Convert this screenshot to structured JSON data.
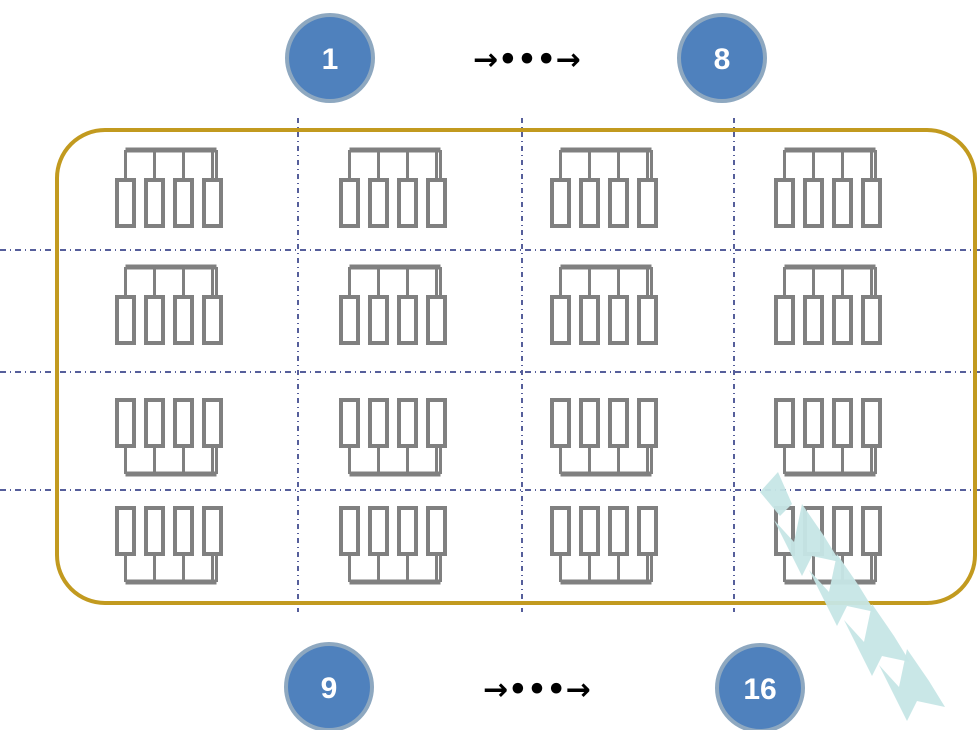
{
  "labels": {
    "top_start": "1",
    "top_end": "8",
    "bottom_start": "9",
    "bottom_end": "16",
    "top_sequence": "→•••→",
    "bottom_sequence": "→•••→"
  },
  "layout_grid": {
    "rows": 4,
    "columns": 4,
    "top_rows_orientation": "connector-above",
    "bottom_rows_orientation": "connector-below",
    "pins_per_group": 4
  },
  "colors": {
    "badge_fill": "#4f81bd",
    "badge_ring": "#8ea8c0",
    "border": "#c29a1f",
    "grid_line": "#1f2a7a",
    "pin_stroke": "#808080",
    "arrow_fill": "#c6e6e6"
  },
  "icons": {
    "diagonal_arrow": "chevron-stack-arrow-icon"
  }
}
